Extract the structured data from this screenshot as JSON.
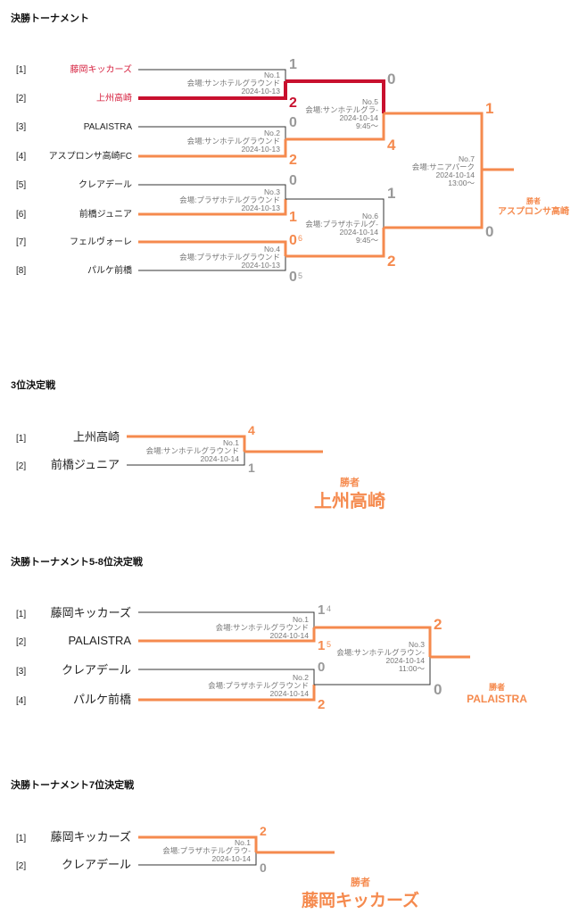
{
  "sections": {
    "main": {
      "title": "決勝トーナメント",
      "teams": [
        {
          "seed": "[1]",
          "name": "藤岡キッカーズ"
        },
        {
          "seed": "[2]",
          "name": "上州高崎"
        },
        {
          "seed": "[3]",
          "name": "PALAISTRA"
        },
        {
          "seed": "[4]",
          "name": "アスプロンサ高崎FC"
        },
        {
          "seed": "[5]",
          "name": "クレアデール"
        },
        {
          "seed": "[6]",
          "name": "前橋ジュニア"
        },
        {
          "seed": "[7]",
          "name": "フェルヴォーレ"
        },
        {
          "seed": "[8]",
          "name": "パルケ前橋"
        }
      ],
      "matches": [
        {
          "no": "No.1",
          "venue": "会場:サンホテルグラウンド",
          "date": "2024-10-13",
          "time": "",
          "top": "1",
          "bottom": "2",
          "top_pk": "",
          "bottom_pk": ""
        },
        {
          "no": "No.2",
          "venue": "会場:サンホテルグラウンド",
          "date": "2024-10-13",
          "time": "",
          "top": "0",
          "bottom": "2",
          "top_pk": "",
          "bottom_pk": ""
        },
        {
          "no": "No.3",
          "venue": "会場:プラザホテルグラウンド",
          "date": "2024-10-13",
          "time": "",
          "top": "0",
          "bottom": "1",
          "top_pk": "",
          "bottom_pk": ""
        },
        {
          "no": "No.4",
          "venue": "会場:プラザホテルグラウンド",
          "date": "2024-10-13",
          "time": "",
          "top": "0",
          "bottom": "0",
          "top_pk": "6",
          "bottom_pk": "5"
        },
        {
          "no": "No.5",
          "venue": "会場:サンホテルグラ-",
          "date": "2024-10-14",
          "time": "9:45～",
          "top": "0",
          "bottom": "4",
          "top_pk": "",
          "bottom_pk": ""
        },
        {
          "no": "No.6",
          "venue": "会場:プラザホテルグ-",
          "date": "2024-10-14",
          "time": "9:45～",
          "top": "1",
          "bottom": "2",
          "top_pk": "",
          "bottom_pk": ""
        },
        {
          "no": "No.7",
          "venue": "会場:サニアパーク",
          "date": "2024-10-14",
          "time": "13:00～",
          "top": "1",
          "bottom": "0",
          "top_pk": "",
          "bottom_pk": ""
        }
      ],
      "winner_label": "勝者",
      "winner": "アスプロンサ高崎"
    },
    "third": {
      "title": "3位決定戦",
      "teams": [
        {
          "seed": "[1]",
          "name": "上州高崎"
        },
        {
          "seed": "[2]",
          "name": "前橋ジュニア"
        }
      ],
      "match": {
        "no": "No.1",
        "venue": "会場:サンホテルグラウンド",
        "date": "2024-10-14",
        "top": "4",
        "bottom": "1"
      },
      "winner_label": "勝者",
      "winner": "上州高崎"
    },
    "fifth": {
      "title": "決勝トーナメント5-8位決定戦",
      "teams": [
        {
          "seed": "[1]",
          "name": "藤岡キッカーズ"
        },
        {
          "seed": "[2]",
          "name": "PALAISTRA"
        },
        {
          "seed": "[3]",
          "name": "クレアデール"
        },
        {
          "seed": "[4]",
          "name": "パルケ前橋"
        }
      ],
      "matches": [
        {
          "no": "No.1",
          "venue": "会場:サンホテルグラウンド",
          "date": "2024-10-14",
          "time": "",
          "top": "1",
          "bottom": "1",
          "top_pk": "4",
          "bottom_pk": "5"
        },
        {
          "no": "No.2",
          "venue": "会場:プラザホテルグラウンド",
          "date": "2024-10-14",
          "time": "",
          "top": "0",
          "bottom": "2",
          "top_pk": "",
          "bottom_pk": ""
        },
        {
          "no": "No.3",
          "venue": "会場:サンホテルグラウン-",
          "date": "2024-10-14",
          "time": "11:00～",
          "top": "2",
          "bottom": "0",
          "top_pk": "",
          "bottom_pk": ""
        }
      ],
      "winner_label": "勝者",
      "winner": "PALAISTRA"
    },
    "seventh": {
      "title": "決勝トーナメント7位決定戦",
      "teams": [
        {
          "seed": "[1]",
          "name": "藤岡キッカーズ"
        },
        {
          "seed": "[2]",
          "name": "クレアデール"
        }
      ],
      "match": {
        "no": "No.1",
        "venue": "会場:プラザホテルグラウ-",
        "date": "2024-10-14",
        "top": "2",
        "bottom": "0"
      },
      "winner_label": "勝者",
      "winner": "藤岡キッカーズ"
    }
  },
  "colors": {
    "winner": "#f58a4e",
    "final_winner": "#c8102e",
    "line": "#333333",
    "loser_score": "#999999"
  }
}
